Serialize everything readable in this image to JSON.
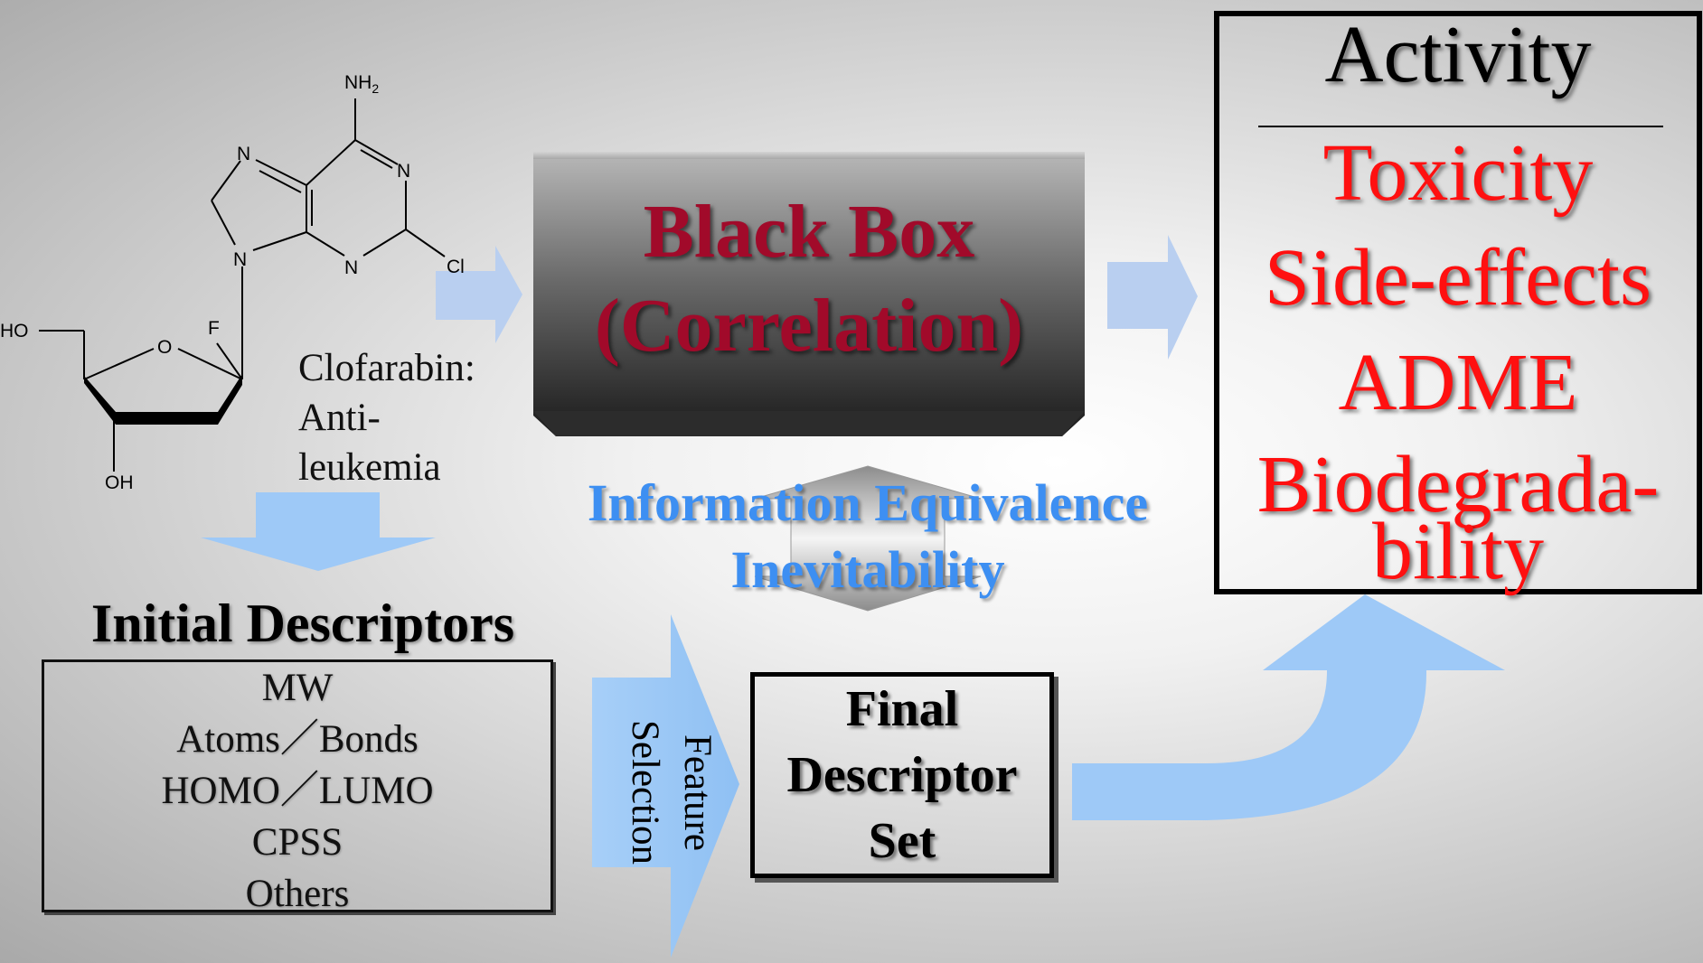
{
  "molecule": {
    "atoms": {
      "nh2": "NH",
      "nh2_sub": "2",
      "n1": "N",
      "n3": "N",
      "n7": "N",
      "n9": "N",
      "cl": "Cl",
      "ho": "HO",
      "o": "O",
      "f": "F",
      "oh": "OH"
    }
  },
  "clofarabin": {
    "line1": "Clofarabin:",
    "line2": "Anti-",
    "line3": "leukemia"
  },
  "black_box": {
    "line1": "Black Box",
    "line2": "(Correlation)"
  },
  "information": {
    "line1": "Information Equivalence",
    "line2": "Inevitability"
  },
  "initial_descriptors": {
    "title": "Initial Descriptors",
    "items": [
      "MW",
      "Atoms／Bonds",
      "HOMO／LUMO",
      "CPSS",
      "Others"
    ]
  },
  "feature_selection": {
    "line1": "Feature",
    "line2": "Selection"
  },
  "final_set": {
    "line1": "Final",
    "line2": "Descriptor",
    "line3": "Set"
  },
  "activity": {
    "title": "Activity",
    "items": [
      "Toxicity",
      "Side-effects",
      "ADME",
      "Biodegrada-",
      "bility"
    ]
  },
  "colors": {
    "black_box_text": "#a10a2a",
    "information_text": "#3d8ff2",
    "activity_items": "#ff1010",
    "arrow_fill": "#9ec9f7"
  }
}
